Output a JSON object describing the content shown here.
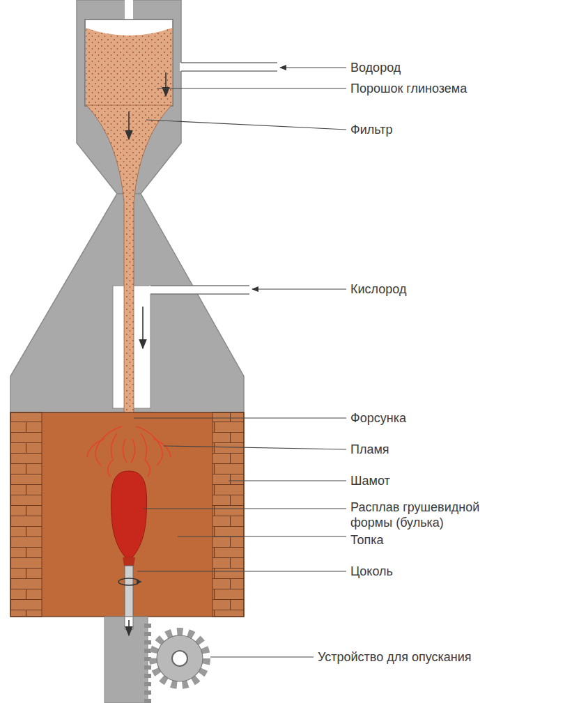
{
  "diagram": {
    "labels": [
      "Водород",
      "Порошок глинозема",
      "Фильтр",
      "Кислород",
      "Форсунка",
      "Пламя",
      "Шамот",
      "Расплав грушевидной формы (булька)",
      "Топка",
      "Цоколь",
      "Устройство для опускания"
    ]
  }
}
